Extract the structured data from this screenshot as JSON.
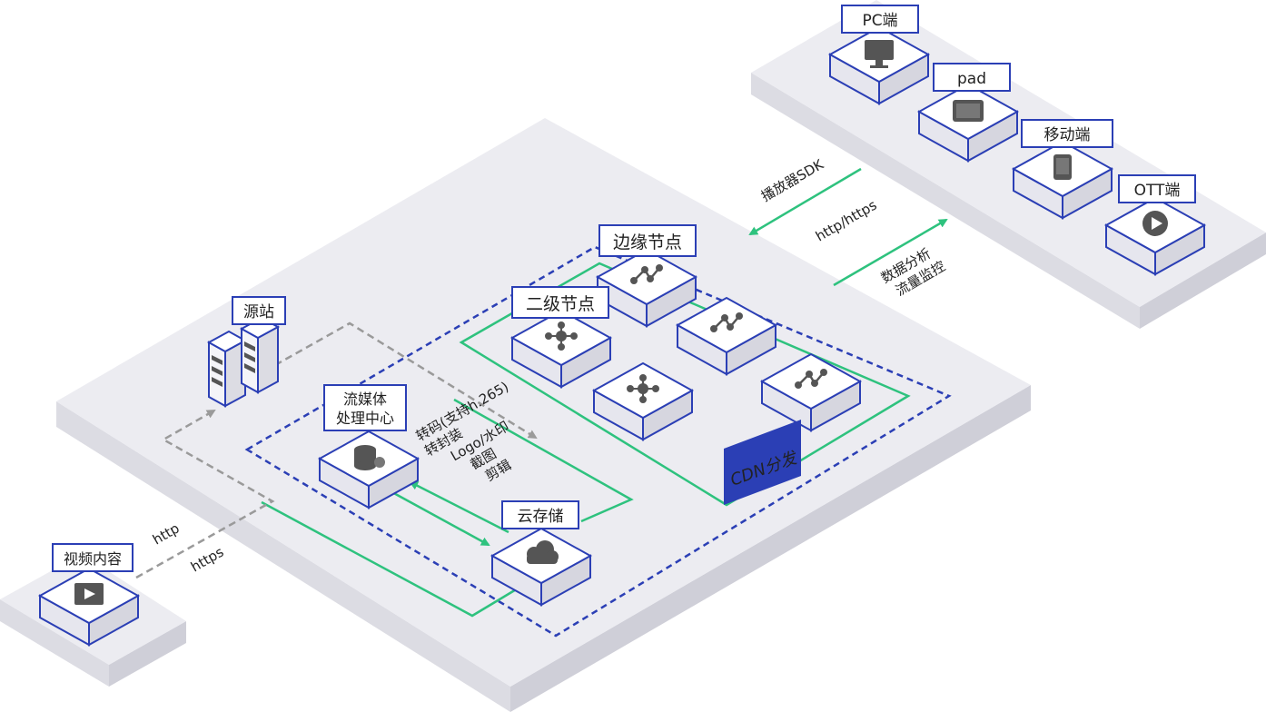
{
  "devices": {
    "pc": "PC端",
    "pad": "pad",
    "mobile": "移动端",
    "ott": "OTT端"
  },
  "nodes": {
    "edge": "边缘节点",
    "secondary": "二级节点",
    "origin": "源站",
    "media_center_line1": "流媒体",
    "media_center_line2": "处理中心",
    "cloud_storage": "云存储",
    "video_content": "视频内容",
    "cdn": "CDN分发"
  },
  "processing": {
    "transcode": "转码(支持h.265)",
    "remux": "转封装",
    "watermark": "Logo/水印",
    "screenshot": "截图",
    "clip": "剪辑"
  },
  "links": {
    "player_sdk": "播放器SDK",
    "http_https": "http/https",
    "data_analysis": "数据分析",
    "traffic_monitor": "流量监控",
    "http": "http",
    "https": "https"
  },
  "colors": {
    "blue": "#2b3fb5",
    "green": "#2ec27e",
    "gray_dash": "#9a9a9a",
    "platform_top": "#ececf1",
    "platform_side": "#dcdce3"
  }
}
